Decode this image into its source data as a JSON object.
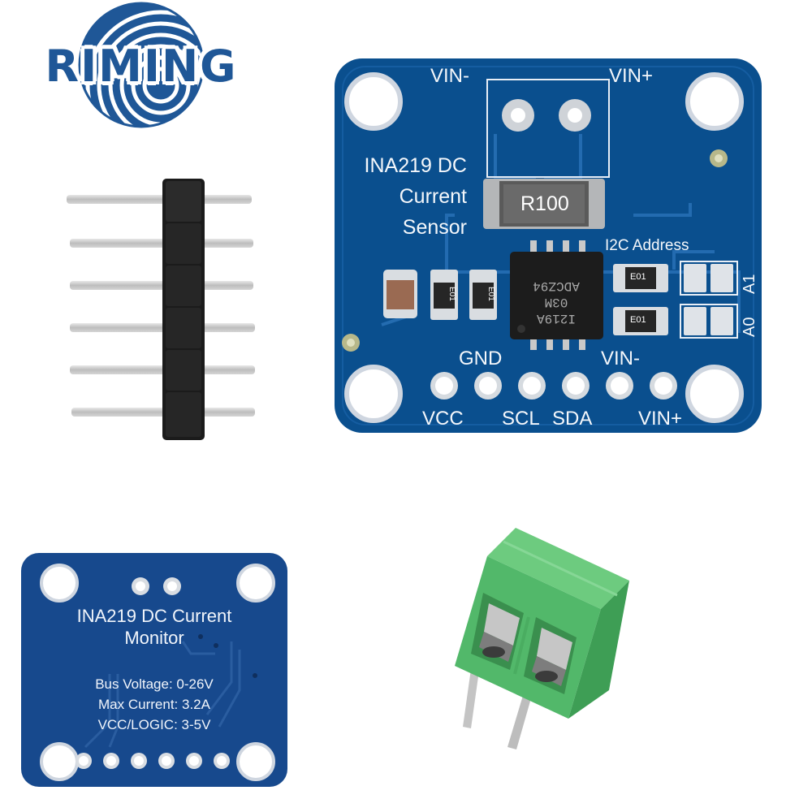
{
  "logo": {
    "text": "RIMING",
    "color": "#1f5797"
  },
  "pcb_front": {
    "title_lines": [
      "INA219 DC",
      "Current",
      "Sensor"
    ],
    "top_labels": {
      "vin_minus": "VIN-",
      "vin_plus": "VIN+"
    },
    "resistor_label": "R100",
    "chip_label": [
      "I219A",
      "03M",
      "ADCZ94"
    ],
    "cap_marks": [
      "E01",
      "E01"
    ],
    "addr_title": "I2C Address",
    "addr_labels": {
      "a1": "A1",
      "a0": "A0"
    },
    "addr_resistor_marks": [
      "E01",
      "E01"
    ],
    "pins_top": {
      "gnd": "GND",
      "vin_minus": "VIN-"
    },
    "pins_bottom": {
      "vcc": "VCC",
      "scl": "SCL",
      "sda": "SDA",
      "vin_plus": "VIN+"
    },
    "board_color": "#0a4f8e"
  },
  "pcb_back": {
    "title_lines": [
      "INA219 DC Current",
      "Monitor"
    ],
    "specs": [
      "Bus Voltage: 0-26V",
      "Max Current: 3.2A",
      "VCC/LOGIC: 3-5V"
    ],
    "board_color": "#17498d"
  },
  "pin_header": {
    "pin_count": 6
  },
  "terminal_block": {
    "color": "#52b86a"
  }
}
